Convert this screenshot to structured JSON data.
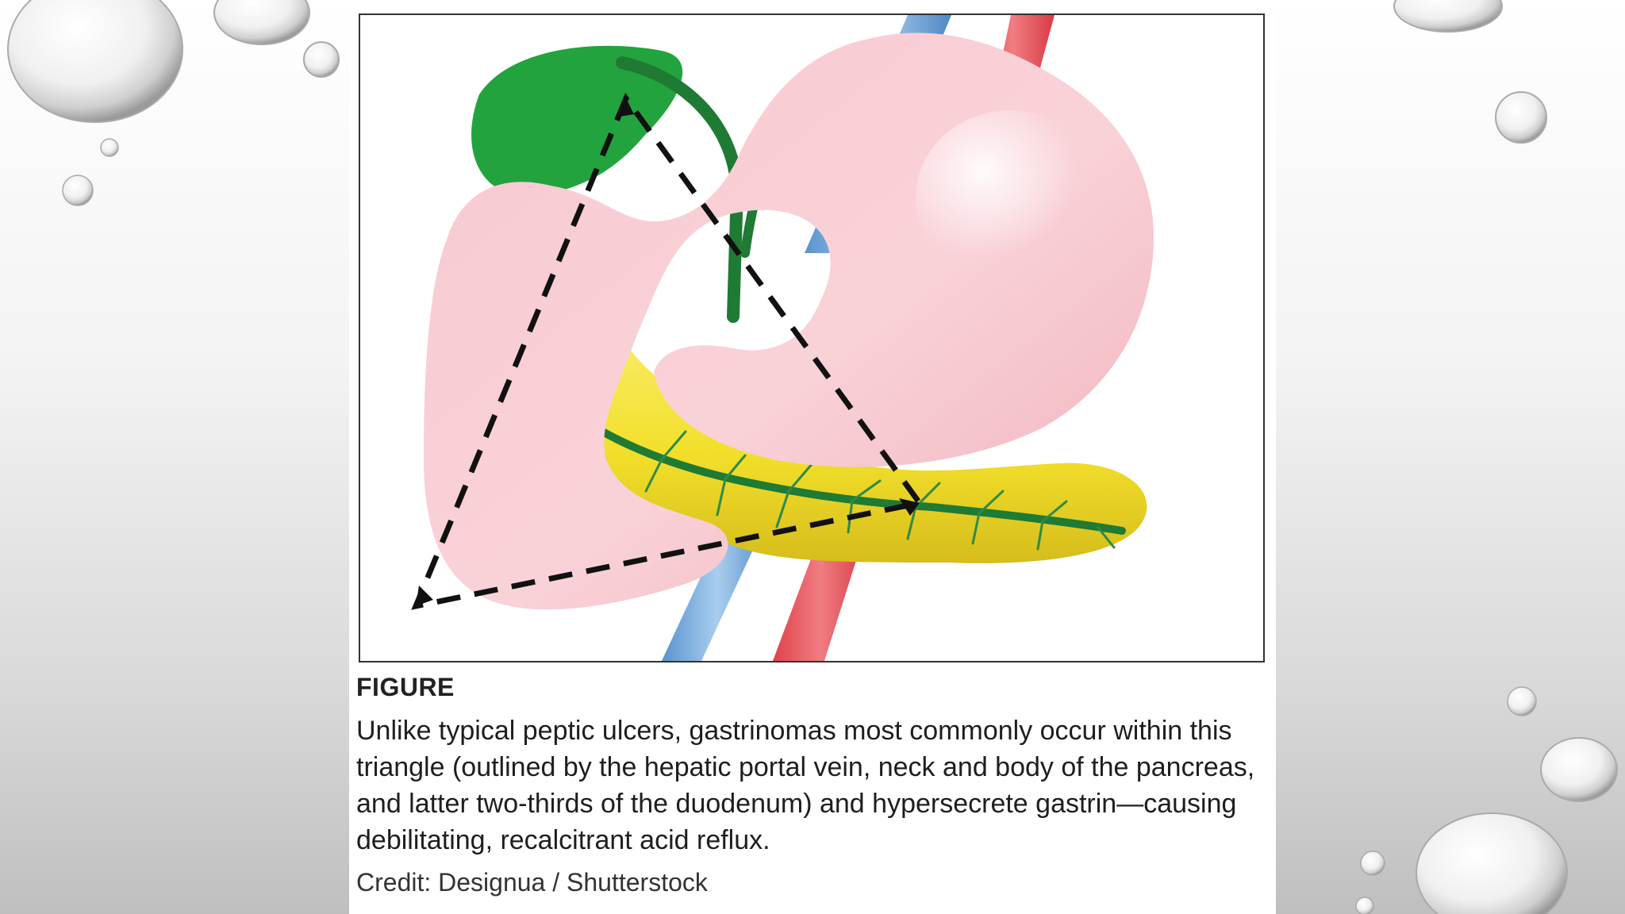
{
  "figure": {
    "label": "FIGURE",
    "caption": "Unlike typical peptic ulcers, gastrinomas most commonly occur within this triangle (outlined by the hepatic portal vein, neck and body of the pancreas, and latter two-thirds of the duodenum) and hypersecrete gastrin—causing debilitating, recalcitrant acid reflux.",
    "credit": "Credit: Designua / Shutterstock"
  },
  "colors": {
    "stomach": "#f7c6cd",
    "pancreas": "#f5e33a",
    "gallbladder": "#23a33d",
    "bile_duct": "#1f7a34",
    "artery": "#e8545a",
    "vein": "#6aa6dc",
    "triangle": "#111111"
  }
}
